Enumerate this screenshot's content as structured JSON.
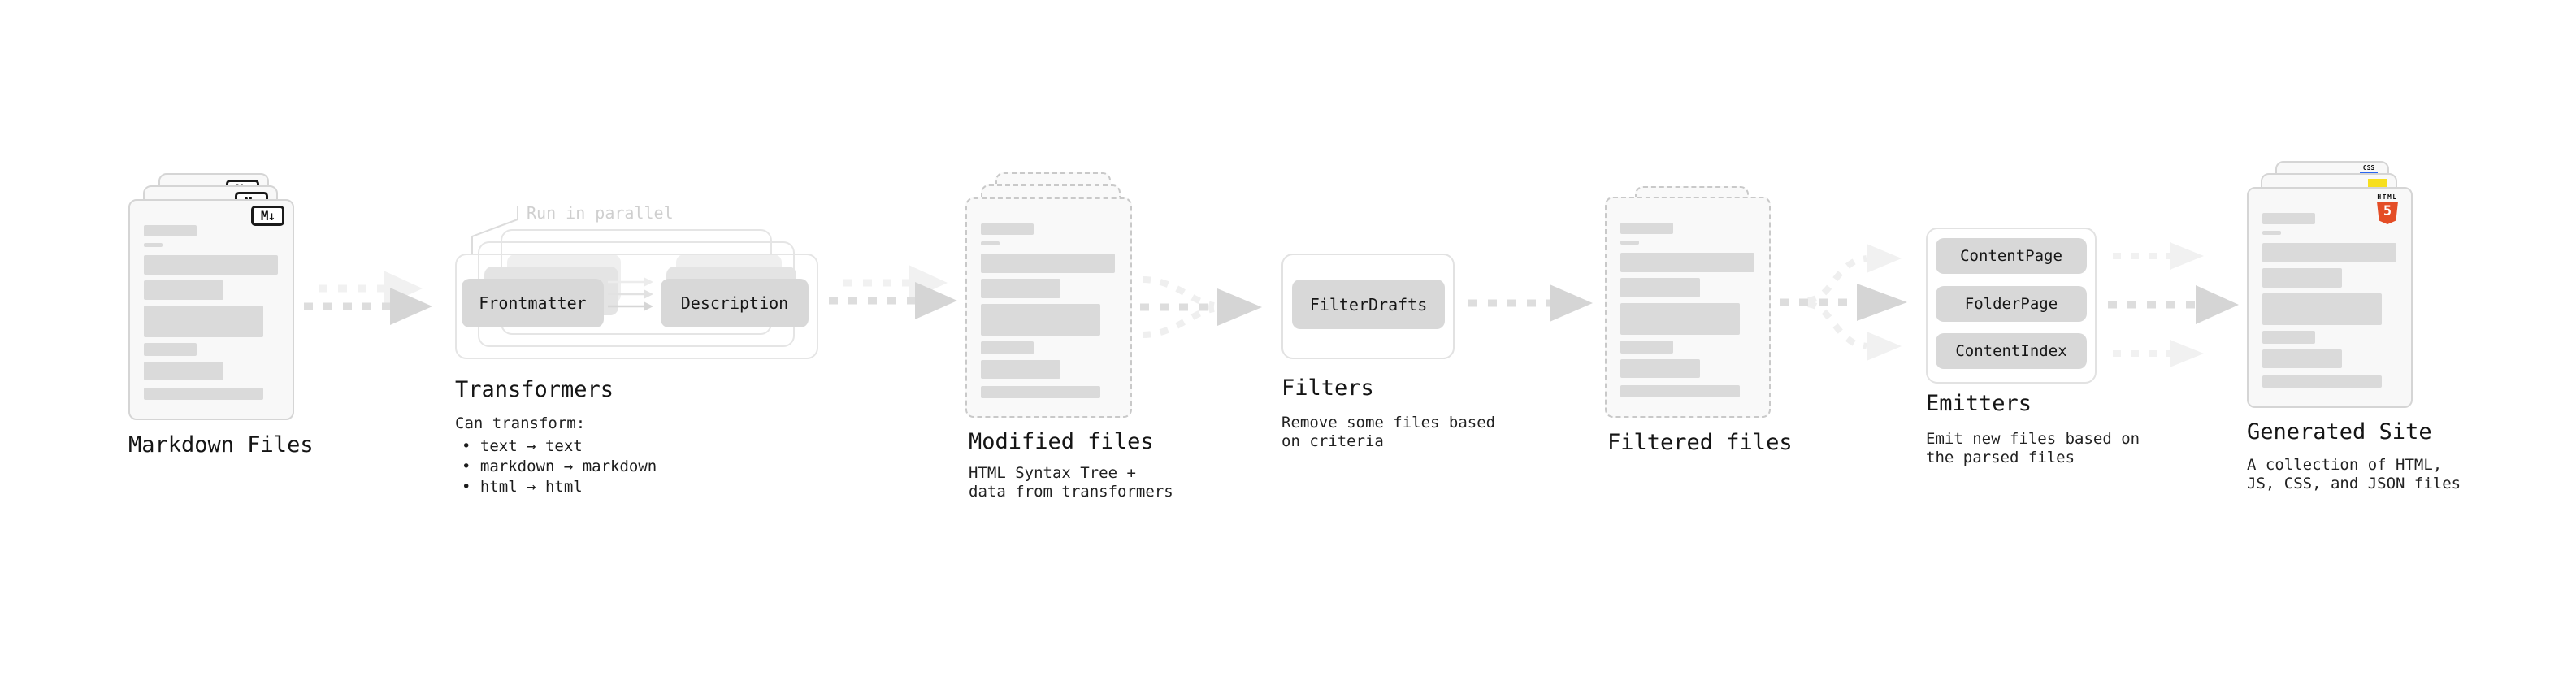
{
  "markdown_files": {
    "label": "Markdown Files",
    "badge": "M↓"
  },
  "transformers": {
    "note": "Run in parallel",
    "source_button": "Frontmatter",
    "target_button": "Description",
    "label": "Transformers",
    "sub_heading": "Can transform:",
    "items": [
      "text → text",
      "markdown → markdown",
      "html → html"
    ]
  },
  "modified_files": {
    "label": "Modified files",
    "sub_lines": [
      "HTML Syntax Tree +",
      "data from transformers"
    ]
  },
  "filters": {
    "button": "FilterDrafts",
    "label": "Filters",
    "sub_lines": [
      "Remove some files based",
      "on criteria"
    ]
  },
  "filtered_files": {
    "label": "Filtered files"
  },
  "emitters": {
    "buttons": [
      "ContentPage",
      "FolderPage",
      "ContentIndex"
    ],
    "label": "Emitters",
    "sub_lines": [
      "Emit new files based on",
      "the parsed files"
    ]
  },
  "generated_site": {
    "label": "Generated Site",
    "sub_lines": [
      "A collection of HTML,",
      "JS, CSS, and JSON files"
    ],
    "file_badges": {
      "css_label": "CSS",
      "html_label": "HTML",
      "html_number": "5"
    },
    "colors": {
      "html5_orange": "#e44d26",
      "js_yellow": "#f7df1e",
      "css_blue": "#2965f1"
    }
  }
}
